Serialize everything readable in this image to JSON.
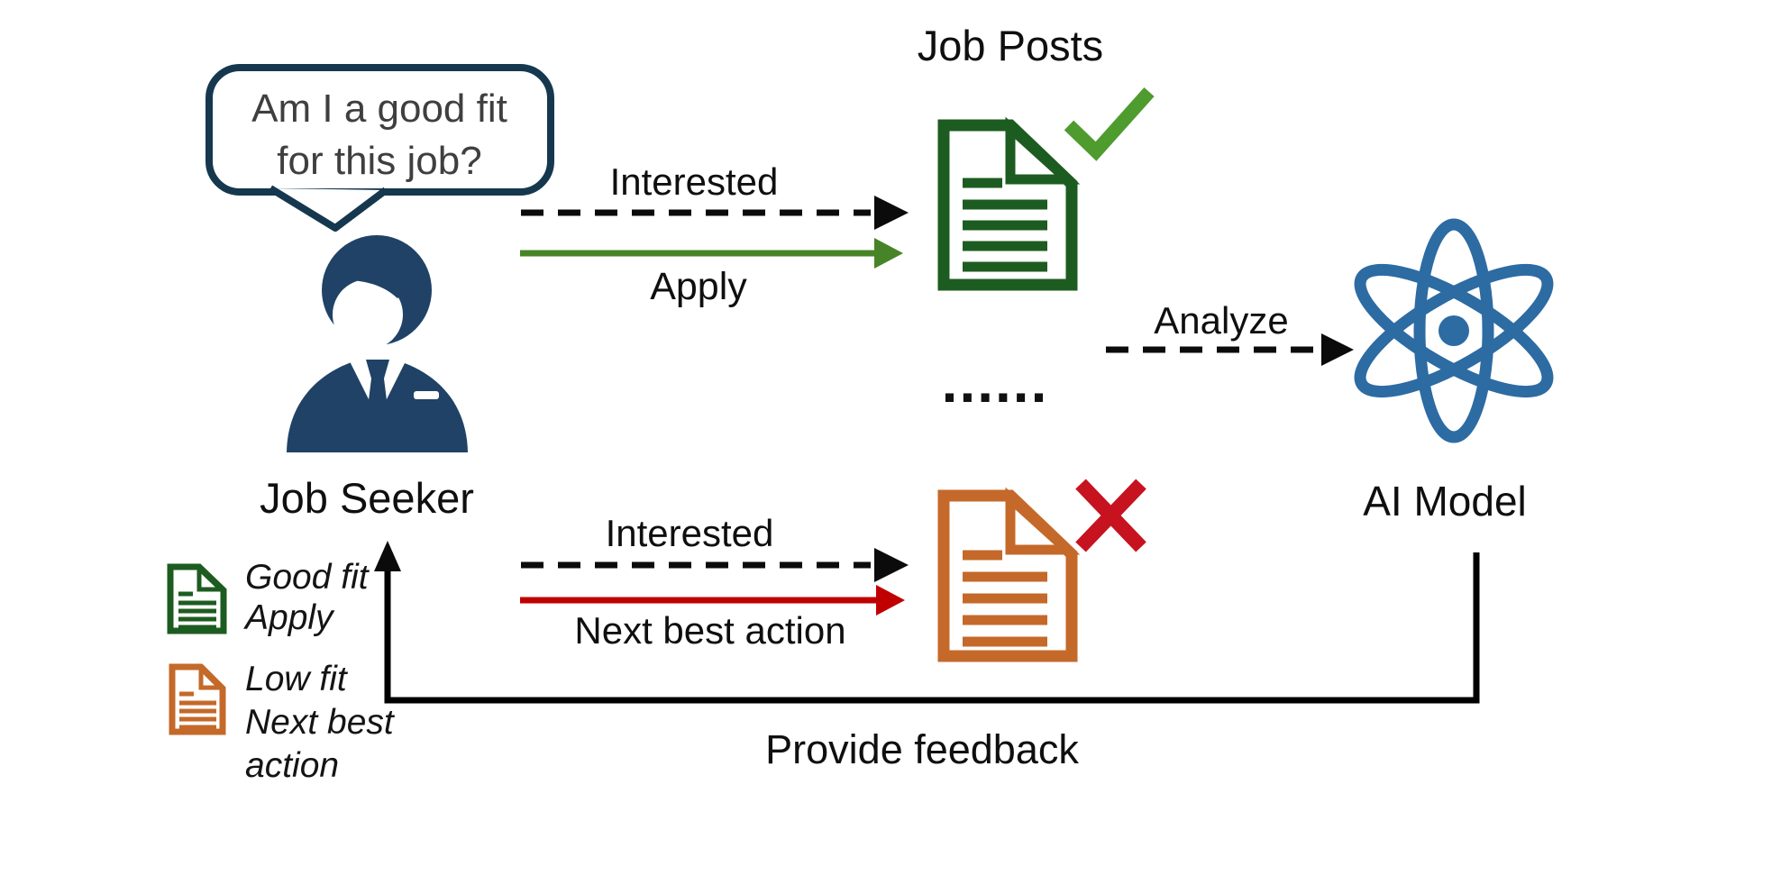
{
  "title": "Job Posts",
  "speech_bubble": {
    "line1": "Am I a good fit",
    "line2": "for this job?"
  },
  "actors": {
    "job_seeker": "Job Seeker",
    "ai_model": "AI Model"
  },
  "arrows": {
    "interested_top": "Interested",
    "apply": "Apply",
    "analyze": "Analyze",
    "interested_bottom": "Interested",
    "next_best_action": "Next best action",
    "provide_feedback": "Provide feedback"
  },
  "ellipsis": "......",
  "legend": {
    "good_fit": [
      "Good fit",
      "Apply"
    ],
    "low_fit": [
      "Low fit",
      "Next best",
      "action"
    ]
  },
  "icons": {
    "job_seeker": "person-in-suit-icon",
    "job_post_good": "document-icon",
    "job_post_good_mark": "checkmark-icon",
    "job_post_low": "document-icon",
    "job_post_low_mark": "x-mark-icon",
    "ai_model": "atom-icon"
  },
  "colors": {
    "navy": "#1f4266",
    "bubble_border": "#16384f",
    "bubble_text": "#3f3f3f",
    "dark_green": "#1d5c20",
    "check_green": "#4e9b2e",
    "apply_green": "#478428",
    "orange": "#c4692a",
    "red": "#c00000",
    "x_red": "#c6131f",
    "atom_blue": "#2d6ba3",
    "text_dark": "#0f0f0f"
  }
}
